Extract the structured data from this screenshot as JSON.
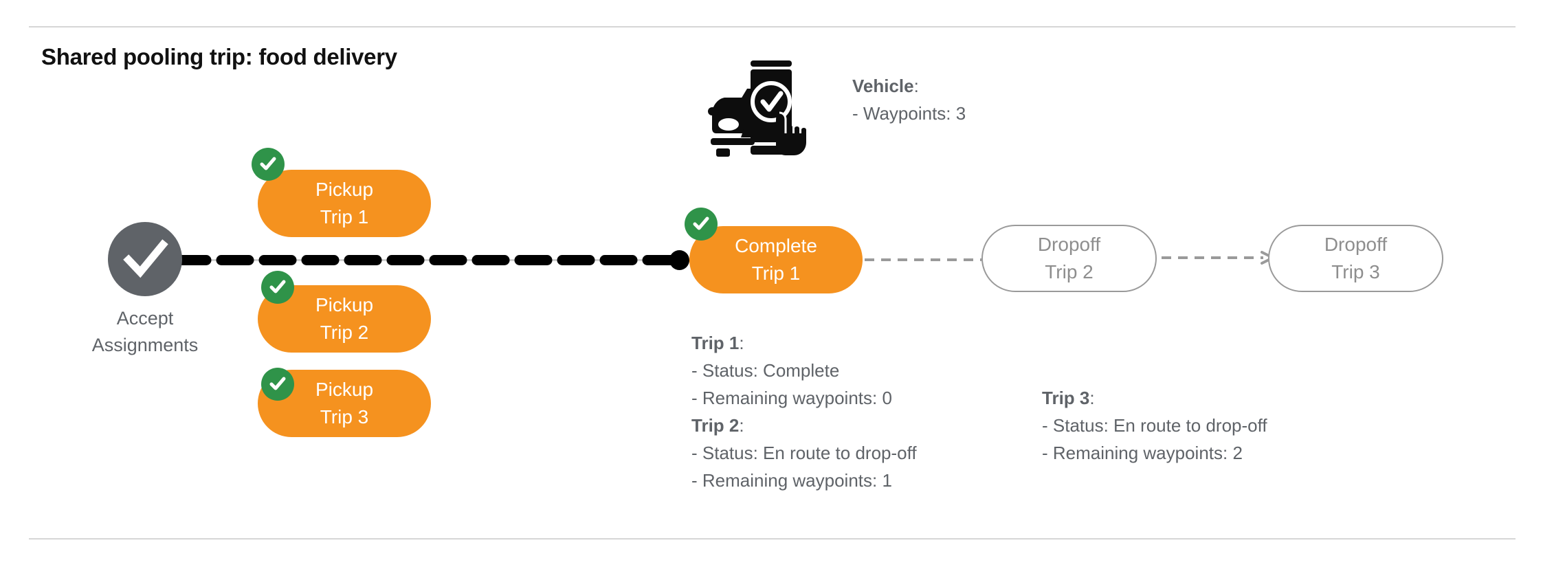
{
  "page": {
    "title": "Shared pooling trip: food delivery",
    "accent_orange": "#f5921f",
    "accent_green": "#2f9349",
    "grey": "#5f6368",
    "outline_grey": "#9a9a9a"
  },
  "flow": {
    "start_node": {
      "icon": "check-circle-icon",
      "label_line1": "Accept",
      "label_line2": "Assignments"
    },
    "pickups": [
      {
        "line1": "Pickup",
        "line2": "Trip 1",
        "completed": true
      },
      {
        "line1": "Pickup",
        "line2": "Trip 2",
        "completed": true
      },
      {
        "line1": "Pickup",
        "line2": "Trip 3",
        "completed": true
      }
    ],
    "complete_node": {
      "line1": "Complete",
      "line2": "Trip 1",
      "completed": true
    },
    "dropoffs": [
      {
        "line1": "Dropoff",
        "line2": "Trip 2",
        "completed": false
      },
      {
        "line1": "Dropoff",
        "line2": "Trip 3",
        "completed": false
      }
    ]
  },
  "vehicle": {
    "icon": "car-phone-check-icon",
    "heading": "Vehicle",
    "colon": ":",
    "waypoints_line": "- Waypoints: 3"
  },
  "trip_details": {
    "left": [
      {
        "heading": "Trip 1",
        "colon": ":",
        "lines": [
          "- Status:  Complete",
          "- Remaining waypoints: 0"
        ]
      },
      {
        "heading": "Trip 2",
        "colon": ":",
        "lines": [
          "- Status:  En route to drop-off",
          "- Remaining waypoints: 1"
        ]
      }
    ],
    "right": [
      {
        "heading": "Trip 3",
        "colon": ":",
        "lines": [
          "- Status:  En route to drop-off",
          "- Remaining waypoints: 2"
        ]
      }
    ]
  }
}
